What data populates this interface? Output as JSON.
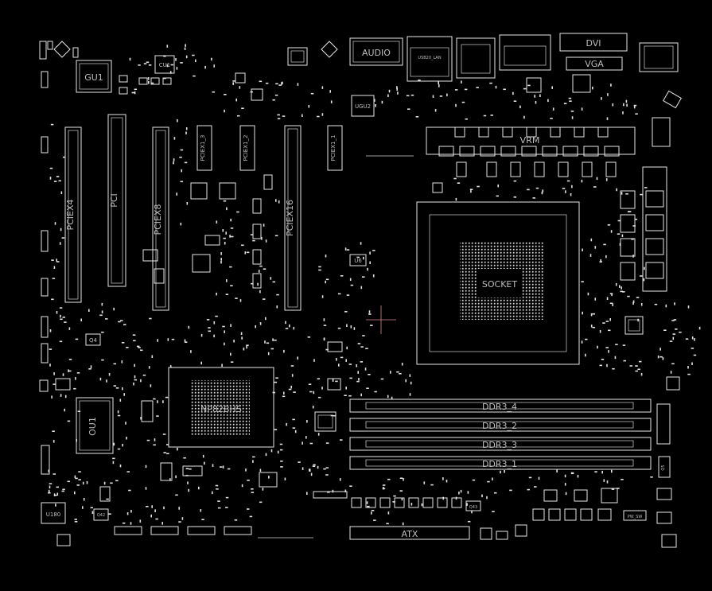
{
  "labels": {
    "gu1": "GU1",
    "cu1": "CU1",
    "ugu2": "UGU2",
    "audio": "AUDIO",
    "usb_lan": "USB20_LAN",
    "dvi": "DVI",
    "vga": "VGA",
    "pciex4": "PCIEX4",
    "pci": "PCI",
    "pciex8": "PCIEX8",
    "pciex16": "PCIEX16",
    "pciex1_1": "PCIEX1_1",
    "pciex1_2": "PCIEX1_2",
    "pciex1_3": "PCIEX1_3",
    "u6": "U6",
    "pch": "NP82BHS",
    "ou1": "OU1",
    "q4": "Q4",
    "u180": "U180",
    "q42": "Q42",
    "q43": "Q43",
    "atx": "ATX",
    "pw_sw": "PW_SW",
    "ddr3_4": "DDR3_4",
    "ddr3_2": "DDR3_2",
    "ddr3_3": "DDR3_3",
    "ddr3_1": "DDR3_1",
    "cpu": "SOCKET",
    "q5": "Q5",
    "vrm": "VRM"
  }
}
